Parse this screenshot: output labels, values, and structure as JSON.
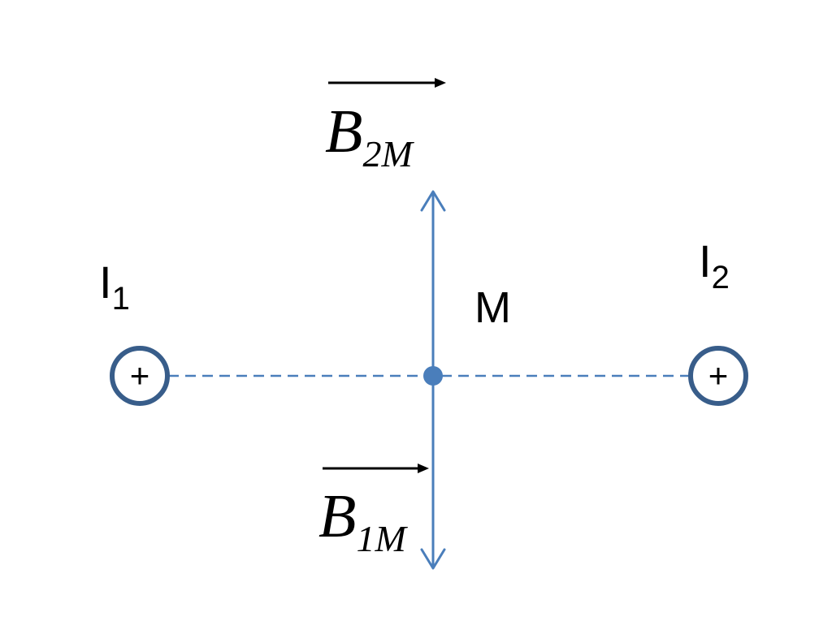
{
  "labels": {
    "current_1": {
      "symbol": "I",
      "subscript": "1"
    },
    "current_2": {
      "symbol": "I",
      "subscript": "2"
    },
    "point": "M",
    "field_2": {
      "symbol": "B",
      "subscript": "2M"
    },
    "field_1": {
      "symbol": "B",
      "subscript": "1M"
    }
  },
  "wire_marker": "+",
  "colors": {
    "field_line": "#4a7ebb",
    "wire_circle": "#385d8a",
    "dashed_line": "#4a7ebb",
    "point": "#4a7ebb",
    "text": "#000000"
  }
}
